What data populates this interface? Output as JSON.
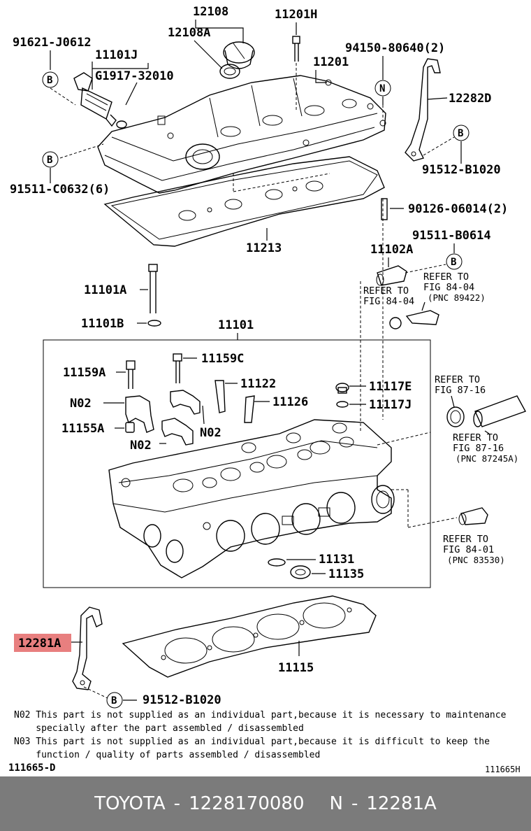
{
  "labels": {
    "p12108": "12108",
    "p12108A": "12108A",
    "p11201H": "11201H",
    "p91621": "91621-J0612",
    "p11101J": "11101J",
    "pG1917": "G1917-32010",
    "p94150": "94150-80640(2)",
    "p11201": "11201",
    "p12282D": "12282D",
    "p91512B1": "91512-B1020",
    "p91511C": "91511-C0632(6)",
    "p90126": "90126-06014(2)",
    "p11213": "11213",
    "p91511B": "91511-B0614",
    "p11102A": "11102A",
    "p11101A": "11101A",
    "p11101B": "11101B",
    "p11101": "11101",
    "p11159C": "11159C",
    "p11159A": "11159A",
    "p11122": "11122",
    "p11126": "11126",
    "p11117E": "11117E",
    "p11117J": "11117J",
    "n02a": "N02",
    "n02b": "N02",
    "n02c": "N02",
    "p11155A": "11155A",
    "p11131": "11131",
    "p11135": "11135",
    "p12281A": "12281A",
    "p11115": "11115",
    "p91512B2": "91512-B1020"
  },
  "circle_b": "B",
  "circle_n": "N",
  "refs": {
    "r1": {
      "l1": "REFER TO",
      "l2": "FIG 84-04",
      "l3": "(PNC 89422)"
    },
    "r2": {
      "l1": "REFER TO",
      "l2": "FIG 84-04"
    },
    "r3": {
      "l1": "REFER TO",
      "l2": "FIG 87-16"
    },
    "r4": {
      "l1": "REFER TO",
      "l2": "FIG 87-16",
      "l3": "(PNC 87245A)"
    },
    "r5": {
      "l1": "REFER TO",
      "l2": "FIG 84-01",
      "l3": "(PNC 83530)"
    }
  },
  "notes": {
    "n02_line1": "N02 This part is not supplied as an individual part,because it is necessary to maintenance",
    "n02_line2": "    specially after the part assembled / disassembled",
    "n03_line1": "N03 This part is not supplied as an individual part,because it is difficult to keep the",
    "n03_line2": "    function / quality of parts assembled / disassembled"
  },
  "fig_code_left": "111665-D",
  "fig_code_right": "111665H",
  "highlight_color": "#e87f7f",
  "footer": {
    "brand": "TOYOTA",
    "sep1": "-",
    "part_number": "1228170080",
    "prefix": "N",
    "sep2": "-",
    "pnc": "12281A"
  }
}
